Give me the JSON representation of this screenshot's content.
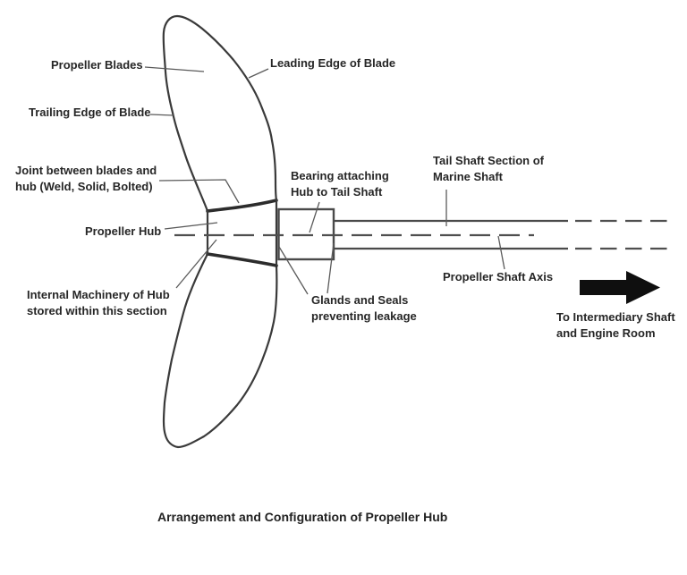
{
  "caption": "Arrangement and Configuration of Propeller Hub",
  "labels": {
    "propeller_blades": {
      "text": "Propeller Blades"
    },
    "leading_edge": {
      "text": "Leading Edge of Blade"
    },
    "trailing_edge": {
      "text": "Trailing Edge of Blade"
    },
    "joint": {
      "line1": "Joint between blades and",
      "line2": "hub (Weld, Solid, Bolted)"
    },
    "propeller_hub": {
      "text": "Propeller Hub"
    },
    "internal_machinery": {
      "line1": "Internal Machinery of Hub",
      "line2": "stored within this section"
    },
    "bearing": {
      "line1": "Bearing attaching",
      "line2": "Hub to Tail Shaft"
    },
    "tail_shaft": {
      "line1": "Tail Shaft Section of",
      "line2": "Marine Shaft"
    },
    "glands": {
      "line1": "Glands and Seals",
      "line2": "preventing leakage"
    },
    "shaft_axis": {
      "text": "Propeller Shaft Axis"
    },
    "to_engine": {
      "line1": "To Intermediary Shaft",
      "line2": "and Engine Room"
    }
  },
  "colors": {
    "background": "#ffffff",
    "outline": "#3a3a3a",
    "leader": "#5a5a5a",
    "text": "#262626",
    "arrow": "#0f0f0f"
  }
}
